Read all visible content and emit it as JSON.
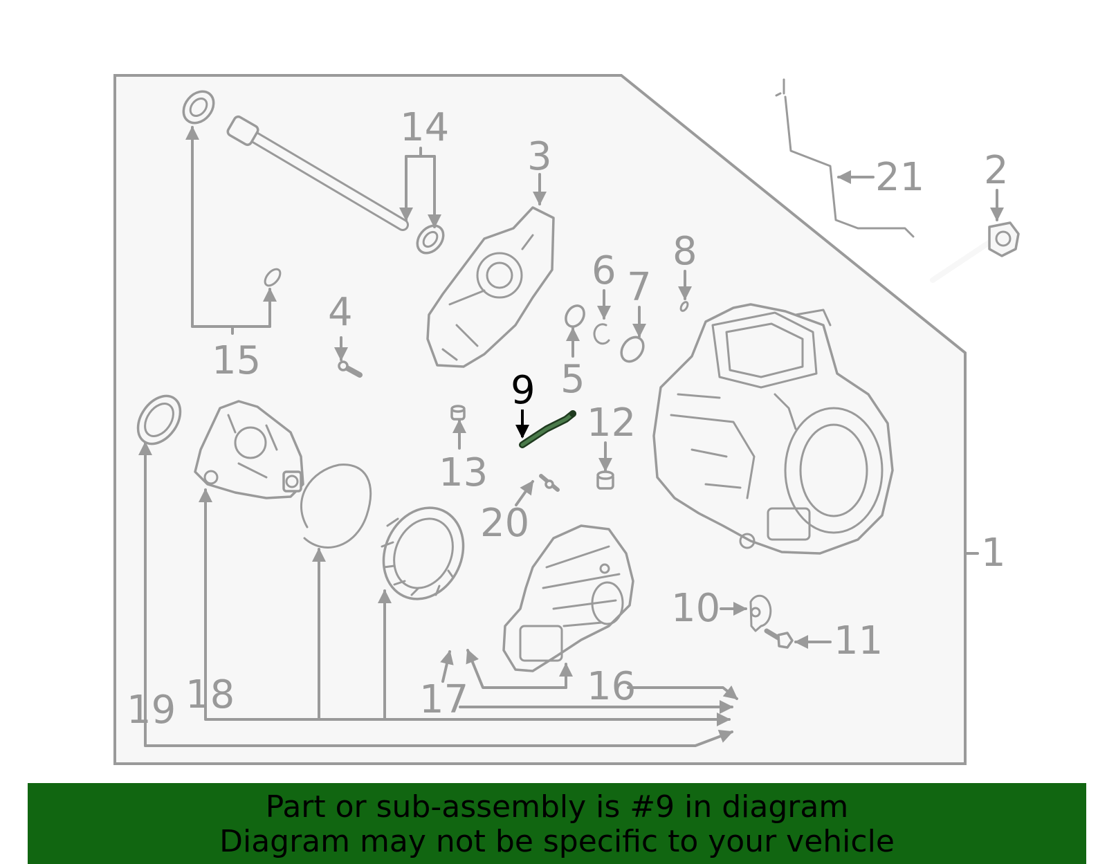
{
  "diagram": {
    "callouts": [
      "1",
      "2",
      "3",
      "4",
      "5",
      "6",
      "7",
      "8",
      "9",
      "10",
      "11",
      "12",
      "13",
      "14",
      "15",
      "16",
      "17",
      "18",
      "19",
      "20",
      "21"
    ],
    "highlighted_callout": "9",
    "colors": {
      "lines": "#9a9a9a",
      "panel": "#f7f7f7",
      "highlight": "#000000",
      "highlight_part": "#2d5a2d",
      "banner": "#116611"
    }
  },
  "banner": {
    "line1": "Part or sub-assembly is #9 in diagram",
    "line2": "Diagram may not be specific to your vehicle"
  }
}
